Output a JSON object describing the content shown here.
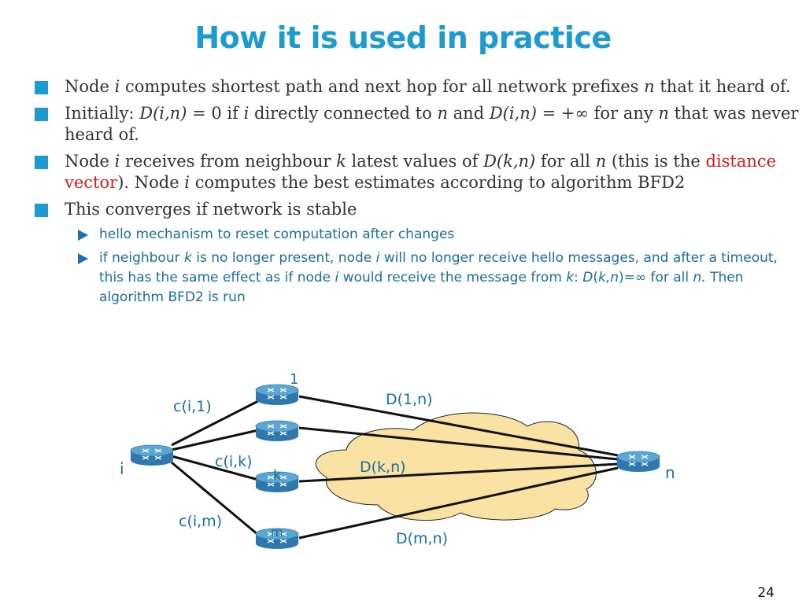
{
  "title": "How it is used in practice",
  "bullets": [
    {
      "parts": [
        {
          "t": "Node "
        },
        {
          "t": "i",
          "s": "i"
        },
        {
          "t": " computes shortest path and next hop for all network prefixes "
        },
        {
          "t": "n",
          "s": "i"
        },
        {
          "t": " that it heard of."
        }
      ]
    },
    {
      "parts": [
        {
          "t": "Initially: "
        },
        {
          "t": "D(i,n)",
          "s": "i"
        },
        {
          "t": " = 0 if "
        },
        {
          "t": "i",
          "s": "i"
        },
        {
          "t": " directly connected to "
        },
        {
          "t": "n",
          "s": "i"
        },
        {
          "t": " and "
        },
        {
          "t": "D(i,n)",
          "s": "i"
        },
        {
          "t": " = +∞ for any "
        },
        {
          "t": "n",
          "s": "i"
        },
        {
          "t": " that was never heard of."
        }
      ]
    },
    {
      "parts": [
        {
          "t": "Node "
        },
        {
          "t": "i",
          "s": "i"
        },
        {
          "t": " receives from neighbour "
        },
        {
          "t": "k",
          "s": "i"
        },
        {
          "t": " latest values of "
        },
        {
          "t": "D(k,n)",
          "s": "i"
        },
        {
          "t": " for all "
        },
        {
          "t": "n",
          "s": "i"
        },
        {
          "t": " (this is the "
        },
        {
          "t": "distance vector",
          "s": "red"
        },
        {
          "t": "). Node "
        },
        {
          "t": "i",
          "s": "i"
        },
        {
          "t": " computes the best estimates according to algorithm BFD2"
        }
      ]
    },
    {
      "parts": [
        {
          "t": "This converges if network is stable"
        }
      ],
      "sub": [
        {
          "parts": [
            {
              "t": "hello mechanism to reset computation after changes"
            }
          ]
        },
        {
          "parts": [
            {
              "t": "if neighbour "
            },
            {
              "t": "k",
              "s": "i"
            },
            {
              "t": " is no longer present, node "
            },
            {
              "t": "i",
              "s": "i"
            },
            {
              "t": " will no longer receive hello messages, and after a timeout, this has the same effect as if node "
            },
            {
              "t": "i",
              "s": "i"
            },
            {
              "t": " would receive the message from "
            },
            {
              "t": "k",
              "s": "i"
            },
            {
              "t": ":  "
            },
            {
              "t": "D",
              "s": "i"
            },
            {
              "t": "("
            },
            {
              "t": "k,n",
              "s": "i"
            },
            {
              "t": ")=∞ for all "
            },
            {
              "t": "n.",
              "s": "i"
            },
            {
              "t": " Then algorithm BFD2 is run"
            }
          ]
        }
      ]
    }
  ],
  "diagram": {
    "node_labels": {
      "i": "i",
      "n": "n",
      "r1": "1",
      "rk": "k",
      "rm": "m"
    },
    "link_labels": {
      "ci1": "c(i,1)",
      "cik": "c(i,k)",
      "cim": "c(i,m)"
    },
    "distance_labels": {
      "d1n": "D(1,n)",
      "dkn": "D(k,n)",
      "dmn": "D(m,n)"
    },
    "colors": {
      "cloud": "#f9e2a4",
      "router_top": "#5ba6d4",
      "router_side": "#2e78ad",
      "label": "#1a6fa0"
    }
  },
  "page_number": "24"
}
